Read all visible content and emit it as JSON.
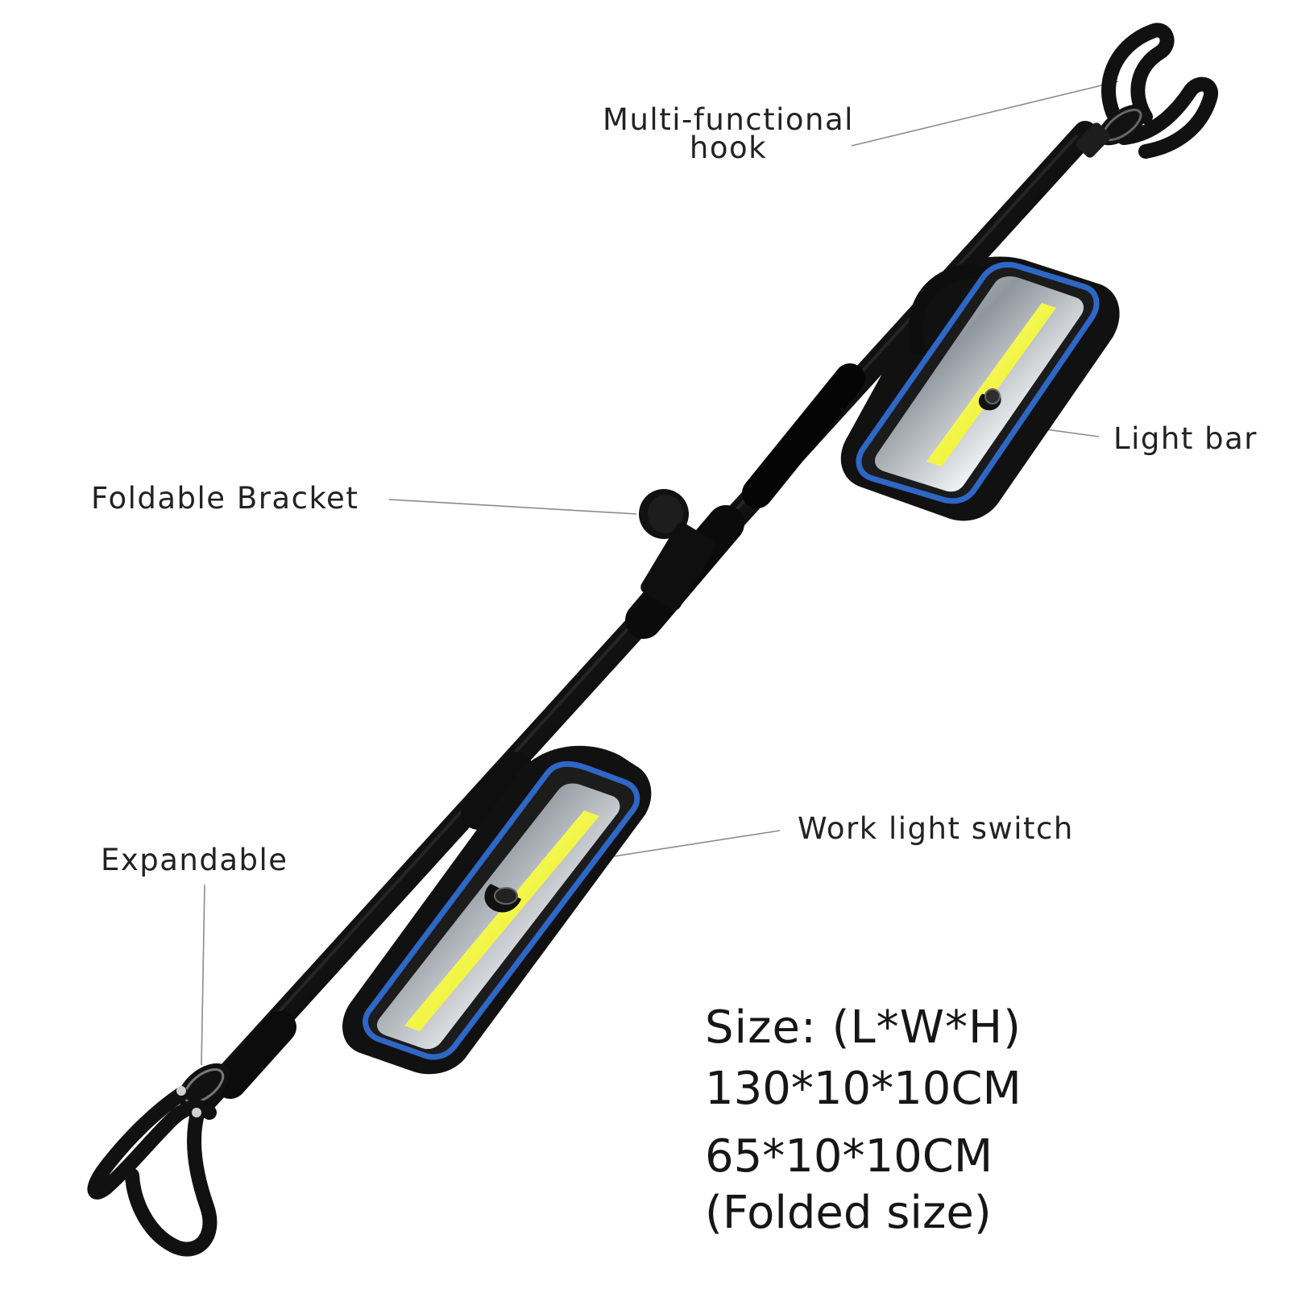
{
  "labels": {
    "hook_line1": "Multi-functional",
    "hook_line2": "hook",
    "bracket": "Foldable Bracket",
    "light_bar": "Light bar",
    "switch": "Work light switch",
    "expandable": "Expandable"
  },
  "size": {
    "title": "Size: (L*W*H)",
    "expanded": "130*10*10CM",
    "folded": "65*10*10CM",
    "folded_note": "(Folded size)"
  },
  "colors": {
    "body": "#111111",
    "accent_blue": "#2f67c6",
    "cob_yellow": "#f2f542",
    "metal": "#9ea4aa"
  }
}
